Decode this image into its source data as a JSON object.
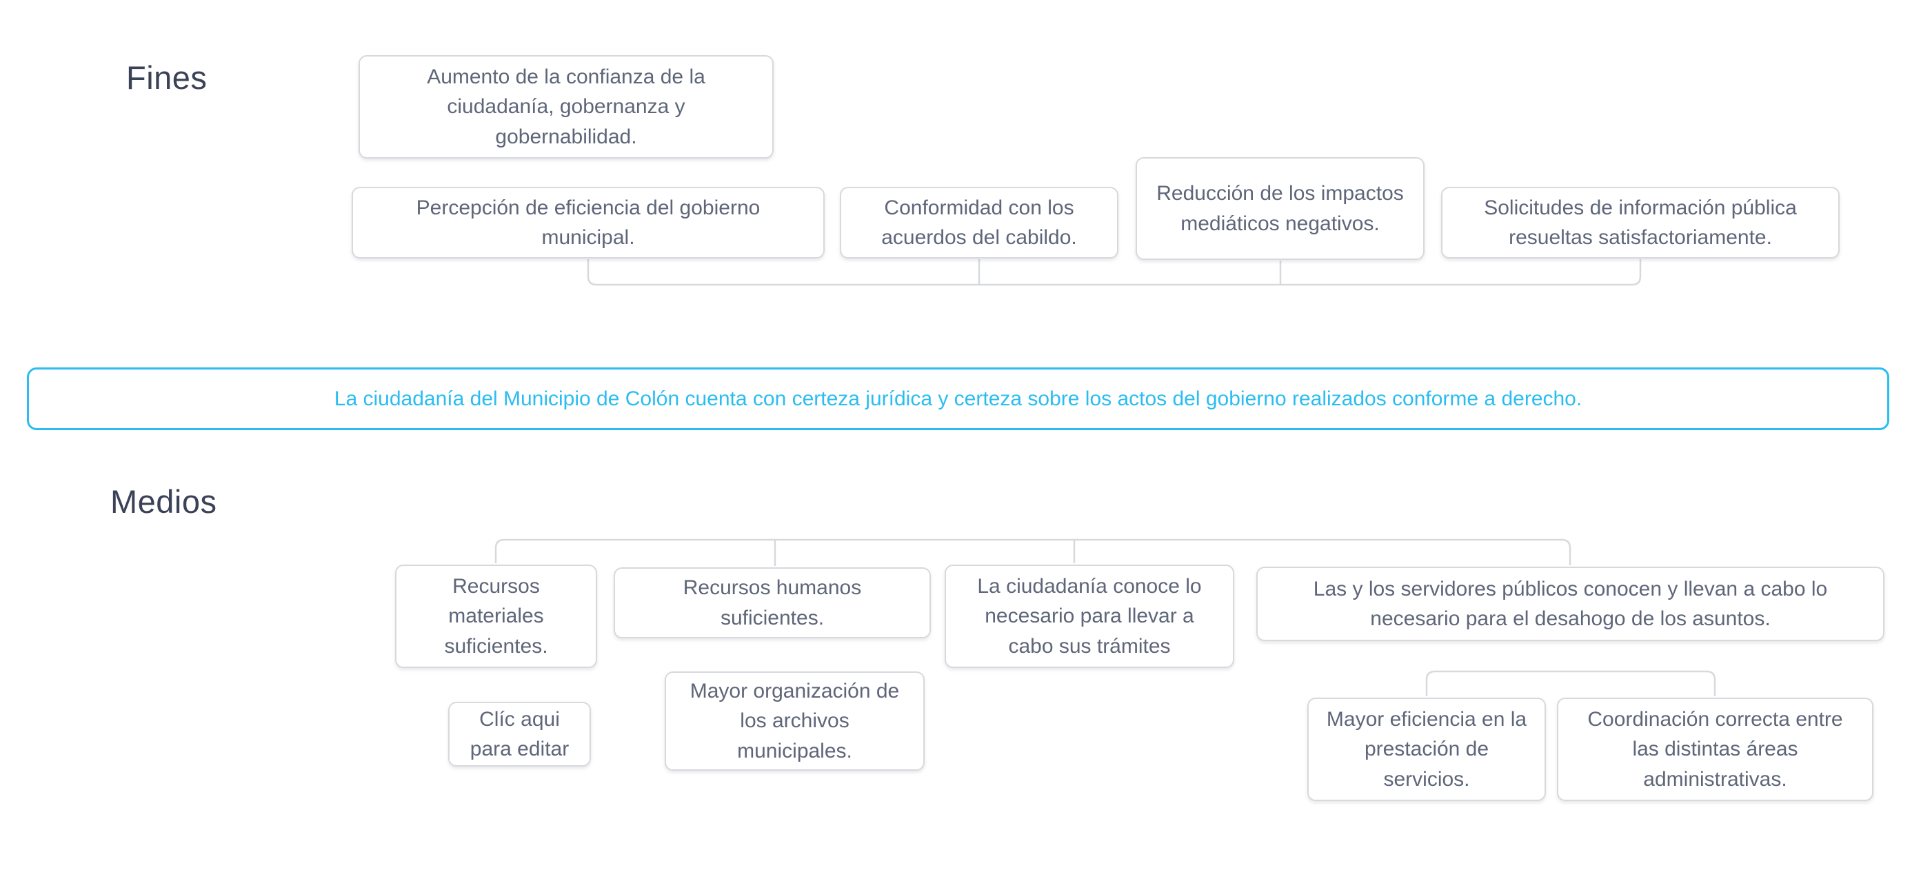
{
  "colors": {
    "accent": "#2bbdf0",
    "box_border": "#d7d9dd",
    "box_text": "#5e6679",
    "heading_text": "#3b4157",
    "background": "#ffffff"
  },
  "sections": {
    "fines": {
      "label": "Fines"
    },
    "medios": {
      "label": "Medios"
    }
  },
  "nodes": {
    "fines_top": {
      "text": "Aumento de la confianza de la ciudadanía, gobernanza y gobernabilidad."
    },
    "fines_1": {
      "text": "Percepción de eficiencia del gobierno municipal."
    },
    "fines_2": {
      "text": "Conformidad con los acuerdos del cabildo."
    },
    "fines_3": {
      "text": "Reducción de los impactos mediáticos negativos."
    },
    "fines_4": {
      "text": "Solicitudes de información pública resueltas satisfactoriamente."
    },
    "central": {
      "text": "La ciudadanía del Municipio de Colón cuenta con certeza jurídica y certeza sobre los actos del gobierno realizados conforme a derecho."
    },
    "medios_1": {
      "text": "Recursos materiales suficientes."
    },
    "medios_2": {
      "text": "Recursos humanos suficientes."
    },
    "medios_3": {
      "text": "La ciudadanía conoce lo necesario para llevar a cabo sus trámites"
    },
    "medios_4": {
      "text": "Las y los servidores públicos conocen y llevan a cabo lo necesario para el desahogo de los asuntos."
    },
    "sub_placeholder": {
      "text": "Clíc aqui para editar"
    },
    "sub_archivos": {
      "text": "Mayor organización de los archivos municipales."
    },
    "sub_eficiencia": {
      "text": "Mayor eficiencia en la prestación de servicios."
    },
    "sub_coordinacion": {
      "text": "Coordinación correcta entre las distintas áreas administrativas."
    }
  }
}
